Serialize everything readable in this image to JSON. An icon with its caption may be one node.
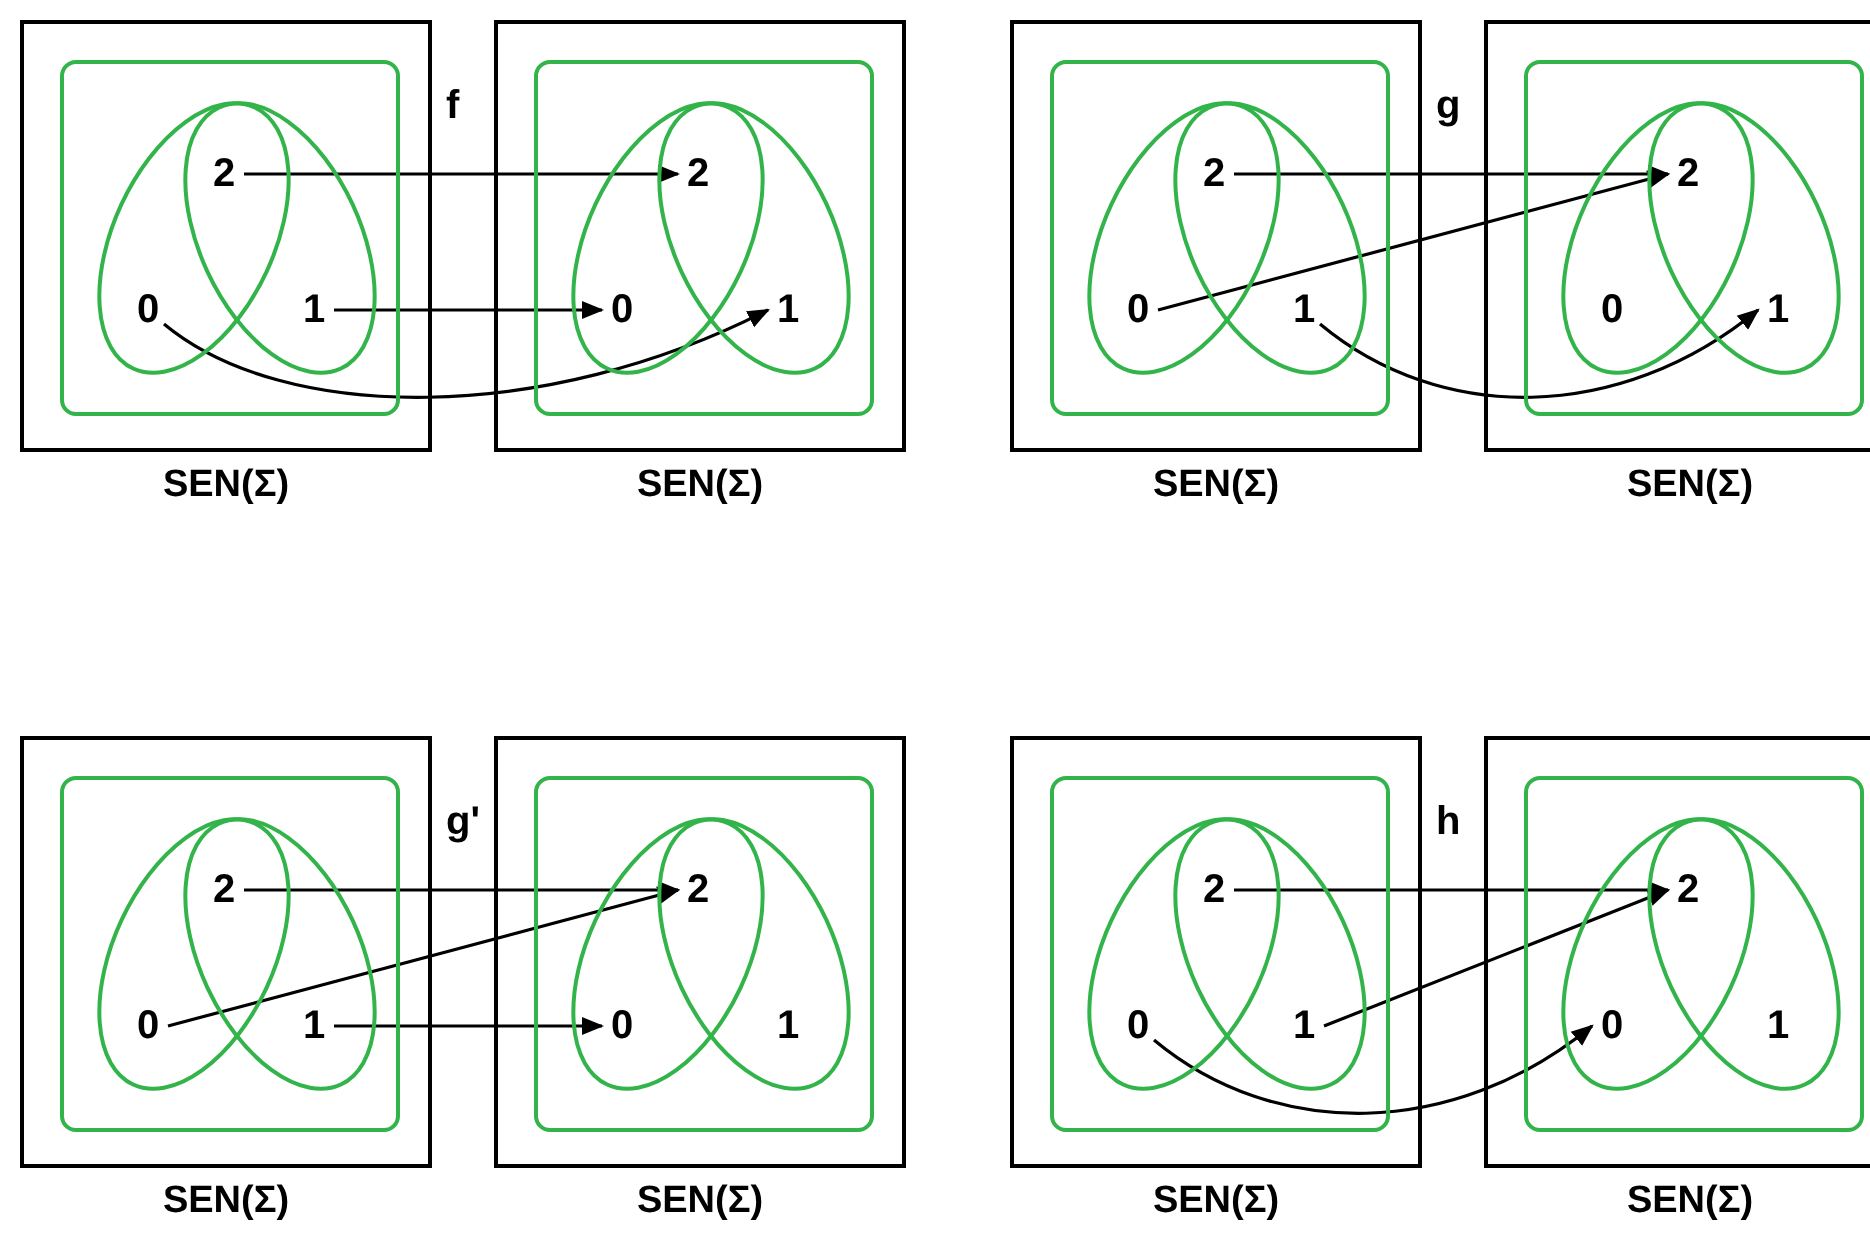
{
  "diagram": {
    "nodes": [
      {
        "text": [
          "SEN(Σ)"
        ]
      },
      {
        "text": [],
        "shape": "box",
        "in": 0
      },
      {
        "text": [],
        "shape": "ellipse",
        "in": 1
      },
      {
        "text": [],
        "shape": "ellipse",
        "in": 1
      },
      {
        "text": [
          "2"
        ]
      },
      {
        "text": [
          "0"
        ],
        "in": 2
      },
      {
        "text": [
          "1"
        ],
        "in": 3
      },
      {
        "text": [
          "SEN(Σ)"
        ]
      },
      {
        "text": [],
        "shape": "box",
        "in": 7
      },
      {
        "text": [],
        "shape": "ellipse",
        "in": 8
      },
      {
        "text": [],
        "shape": "ellipse",
        "in": 8
      },
      {
        "text": [
          "2"
        ]
      },
      {
        "text": [
          "0"
        ],
        "in": 9
      },
      {
        "text": [
          "1"
        ],
        "in": 10
      },
      {
        "text": [
          "SEN(Σ)"
        ]
      },
      {
        "text": [],
        "shape": "box",
        "in": 14
      },
      {
        "text": [],
        "shape": "ellipse",
        "in": 15
      },
      {
        "text": [],
        "shape": "ellipse",
        "in": 15
      },
      {
        "text": [
          "2"
        ]
      },
      {
        "text": [
          "0"
        ],
        "in": 16
      },
      {
        "text": [
          "1"
        ],
        "in": 17
      },
      {
        "text": [
          "SEN(Σ)"
        ]
      },
      {
        "text": [],
        "shape": "box",
        "in": 21
      },
      {
        "text": [],
        "shape": "ellipse",
        "in": 22
      },
      {
        "text": [],
        "shape": "ellipse",
        "in": 22
      },
      {
        "text": [
          "2"
        ]
      },
      {
        "text": [
          "0"
        ],
        "in": 23
      },
      {
        "text": [
          "1"
        ],
        "in": 24
      },
      {
        "text": [
          "SEN(Σ)"
        ]
      },
      {
        "text": [],
        "shape": "box",
        "in": 28
      },
      {
        "text": [],
        "shape": "ellipse",
        "in": 29
      },
      {
        "text": [],
        "shape": "ellipse",
        "in": 29
      },
      {
        "text": [
          "2"
        ]
      },
      {
        "text": [
          "0"
        ],
        "in": 30
      },
      {
        "text": [
          "1"
        ],
        "in": 31
      },
      {
        "text": [
          "SEN(Σ)"
        ]
      },
      {
        "text": [],
        "shape": "box",
        "in": 35
      },
      {
        "text": [],
        "shape": "ellipse",
        "in": 36
      },
      {
        "text": [],
        "shape": "ellipse",
        "in": 36
      },
      {
        "text": [
          "2"
        ]
      },
      {
        "text": [
          "0"
        ],
        "in": 37
      },
      {
        "text": [
          "1"
        ],
        "in": 38
      },
      {
        "text": [
          "SEN(Σ)"
        ]
      },
      {
        "text": [],
        "shape": "box",
        "in": 42
      },
      {
        "text": [],
        "shape": "ellipse",
        "in": 43
      },
      {
        "text": [],
        "shape": "ellipse",
        "in": 43
      },
      {
        "text": [
          "2"
        ]
      },
      {
        "text": [
          "0"
        ],
        "in": 44
      },
      {
        "text": [
          "1"
        ],
        "in": 45
      },
      {
        "text": [
          "SEN(Σ)"
        ]
      },
      {
        "text": [],
        "shape": "box",
        "in": 49
      },
      {
        "text": [],
        "shape": "ellipse",
        "in": 50
      },
      {
        "text": [],
        "shape": "ellipse",
        "in": 50
      },
      {
        "text": [
          "2"
        ]
      },
      {
        "text": [
          "0"
        ],
        "in": 51
      },
      {
        "text": [
          "1"
        ],
        "in": 52
      }
    ],
    "edges": [
      {
        "from": 4,
        "to": 11,
        "arrow": "to"
      },
      {
        "from": 6,
        "to": 12,
        "arrow": "to"
      },
      {
        "from": 5,
        "to": 13,
        "arrow": "to"
      },
      {
        "from": 18,
        "to": 25,
        "arrow": "to"
      },
      {
        "from": 19,
        "to": 25,
        "arrow": "to"
      },
      {
        "from": 20,
        "to": 27,
        "arrow": "to"
      },
      {
        "from": 32,
        "to": 39,
        "arrow": "to"
      },
      {
        "from": 33,
        "to": 39,
        "arrow": "to"
      },
      {
        "from": 34,
        "to": 40,
        "arrow": "to"
      },
      {
        "from": 46,
        "to": 53,
        "arrow": "to"
      },
      {
        "from": 48,
        "to": 53,
        "arrow": "to"
      },
      {
        "from": 47,
        "to": 54,
        "arrow": "to"
      }
    ],
    "labels": [
      "f",
      "g",
      "g'",
      "h"
    ]
  }
}
